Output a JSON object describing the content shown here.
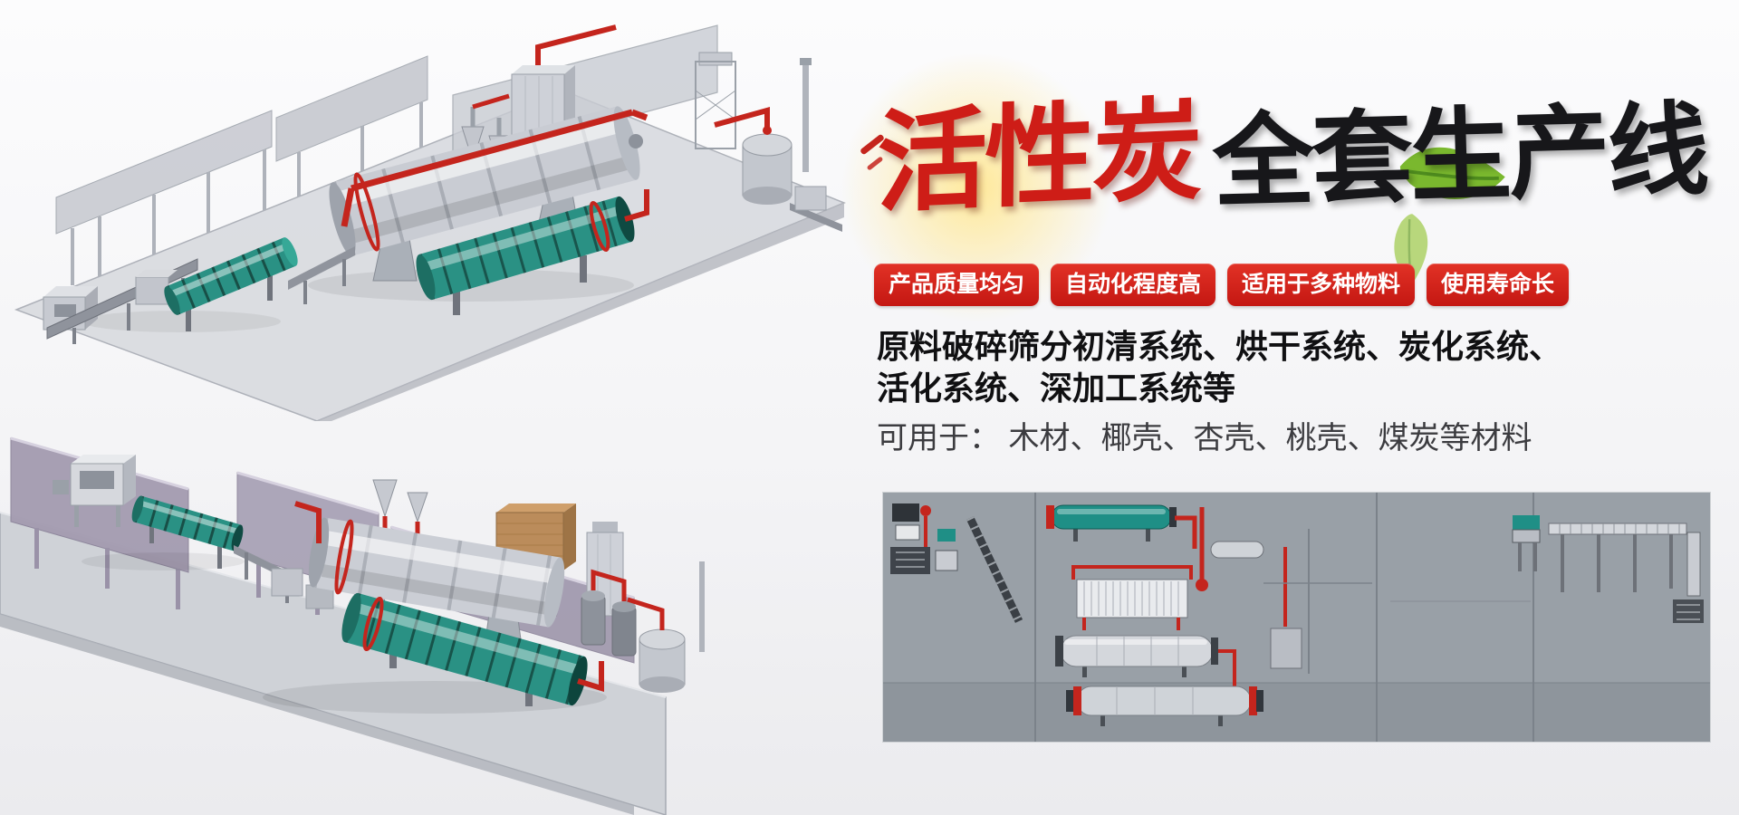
{
  "page": {
    "background_top": "#fcfcfd",
    "background_bottom": "#ebebee"
  },
  "hero": {
    "title": {
      "red_part": "活性炭",
      "black_part": "全套生产线"
    },
    "colors": {
      "title_red": "#ce1d17",
      "title_black": "#17171a",
      "badge_red": "#d51f1f",
      "leaf_green": "#7ab82e"
    },
    "badges": [
      "产品质量均匀",
      "自动化程度高",
      "适用于多种物料",
      "使用寿命长"
    ],
    "description": {
      "line1": "原料破碎筛分初清系统、烘干系统、炭化系统、",
      "line2": "活化系统、深加工系统等",
      "line3": "可用于： 木材、椰壳、杏壳、桃壳、煤炭等材料"
    }
  },
  "illustrations": {
    "top_render_alt": "activated-carbon-production-line-3d-view-1",
    "bottom_render_alt": "activated-carbon-production-line-3d-view-2",
    "panorama_alt": "production-line-layout-panorama"
  }
}
